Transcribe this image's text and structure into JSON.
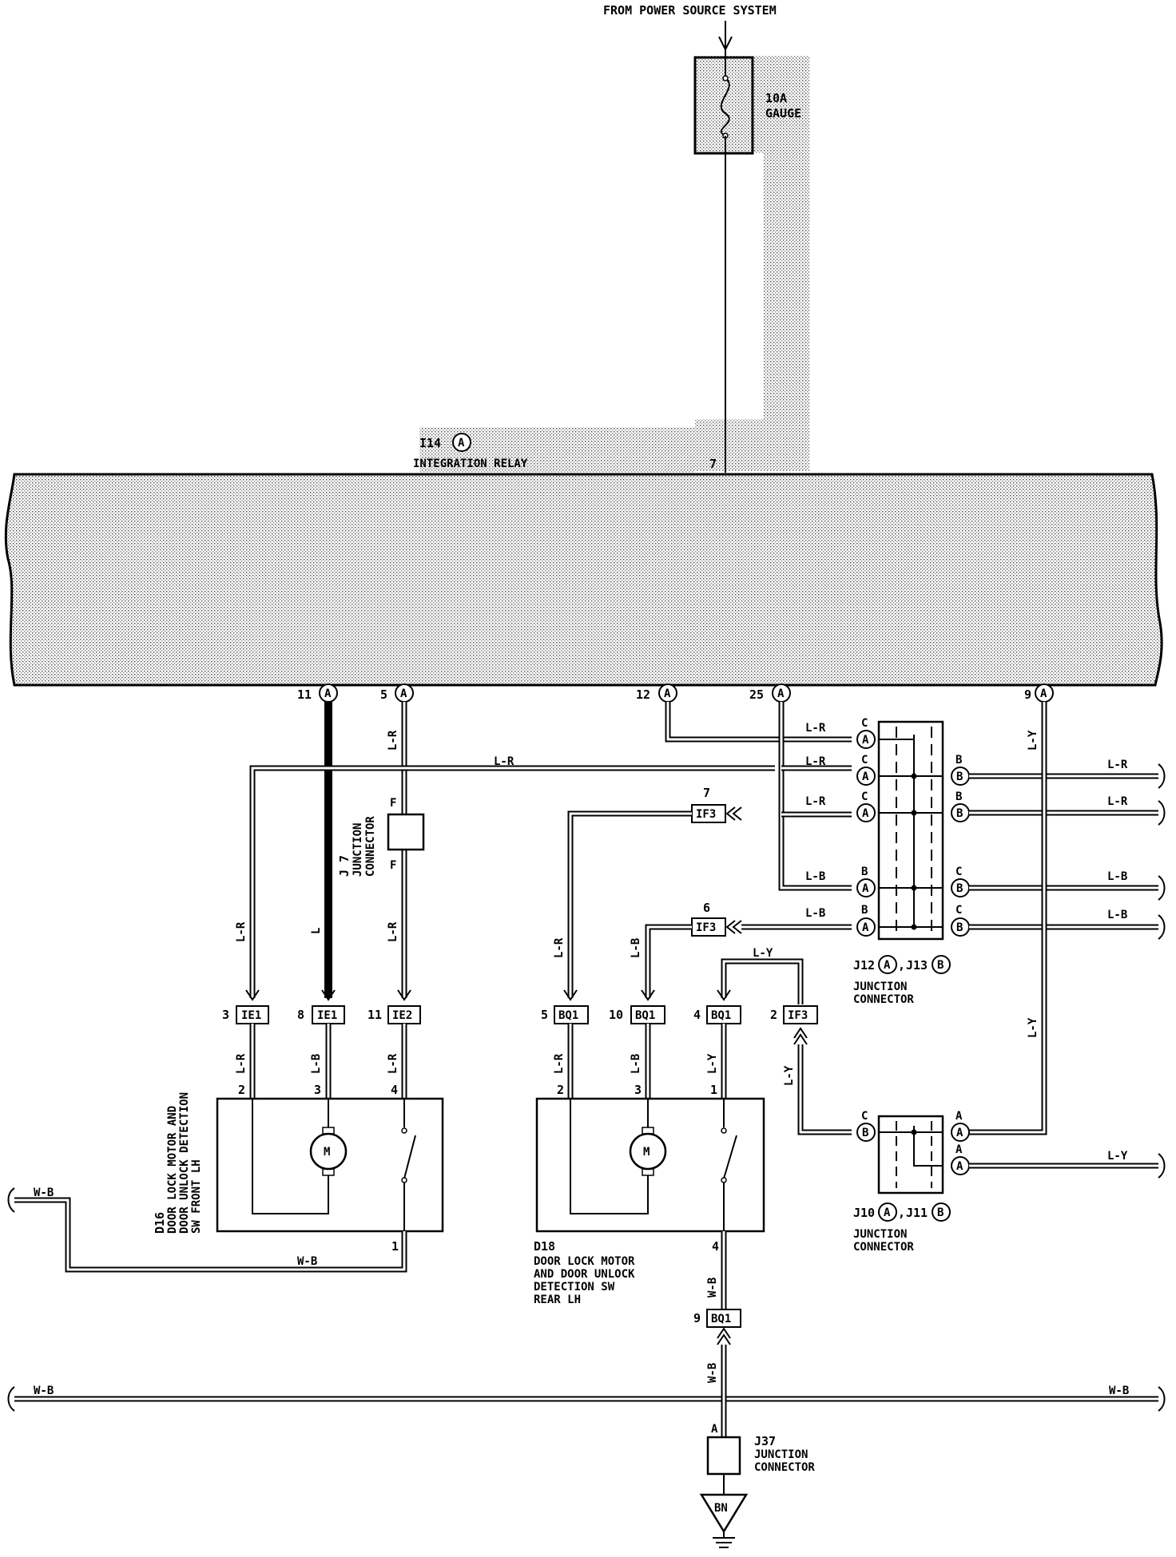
{
  "power_source": "FROM POWER SOURCE SYSTEM",
  "fuse": {
    "rating": "10A",
    "name": "GAUGE"
  },
  "relay": {
    "code": "I14",
    "variant": "A",
    "name": "INTEGRATION RELAY",
    "top_pin": "7"
  },
  "relay_pins": {
    "p11": "11",
    "p5": "5",
    "p12": "12",
    "p25": "25",
    "p9": "9",
    "conn": "A"
  },
  "wire_colors": {
    "lr": "L-R",
    "l": "L",
    "lb": "L-B",
    "ly": "L-Y",
    "wb": "W-B"
  },
  "j7": {
    "code": "J 7",
    "name1": "JUNCTION",
    "name2": "CONNECTOR",
    "pin": "F"
  },
  "connectors": {
    "ie1": "IE1",
    "ie2": "IE2",
    "bq1": "BQ1",
    "if3": "IF3",
    "p3": "3",
    "p8": "8",
    "p11": "11",
    "p5": "5",
    "p10": "10",
    "p4": "4",
    "p2": "2",
    "p7": "7",
    "p6": "6",
    "p9": "9"
  },
  "d16": {
    "code": "D16",
    "line1": "DOOR LOCK MOTOR AND",
    "line2": "DOOR UNLOCK DETECTION",
    "line3": "SW FRONT LH",
    "pin2": "2",
    "pin3": "3",
    "pin4": "4",
    "pin1": "1"
  },
  "d18": {
    "code": "D18",
    "line1": "DOOR LOCK MOTOR",
    "line2": "AND DOOR UNLOCK",
    "line3": "DETECTION SW",
    "line4": "REAR LH",
    "pin2": "2",
    "pin3": "3",
    "pin1": "1",
    "pin4": "4"
  },
  "motor_symbol": "M",
  "j12": {
    "code1": "J12",
    "v1": "A",
    "code2": "J13",
    "v2": "B",
    "name1": "JUNCTION",
    "name2": "CONNECTOR",
    "sep": ","
  },
  "j10": {
    "code1": "J10",
    "v1": "A",
    "code2": "J11",
    "v2": "B",
    "name1": "JUNCTION",
    "name2": "CONNECTOR",
    "sep": ","
  },
  "pin_letters": {
    "a": "A",
    "b": "B",
    "c": "C"
  },
  "j37": {
    "code": "J37",
    "name1": "JUNCTION",
    "name2": "CONNECTOR",
    "pin": "A"
  },
  "ground": "BN"
}
